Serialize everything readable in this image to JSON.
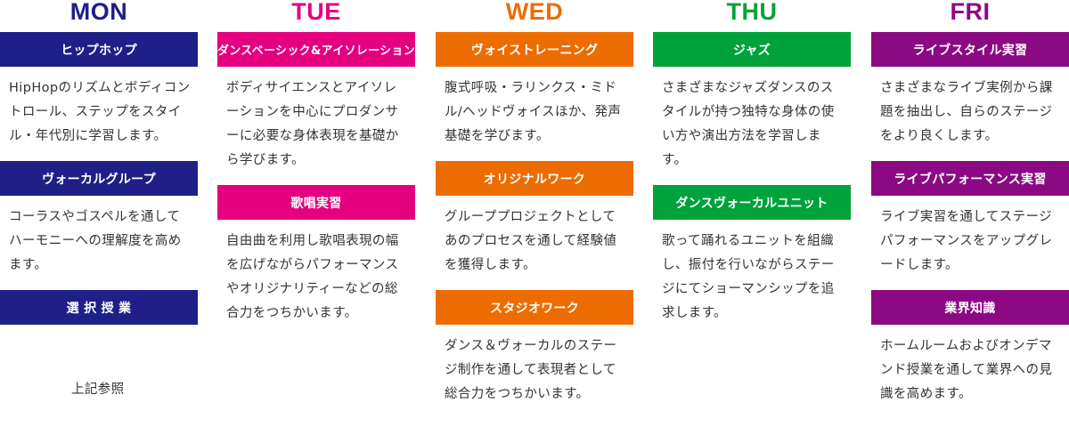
{
  "colors": {
    "mon": "#1e2087",
    "tue": "#e4007f",
    "wed": "#ed6c00",
    "thu": "#00a23b",
    "fri": "#8b0a83"
  },
  "days": [
    {
      "label": "MON",
      "color": "#1e2087",
      "classes": [
        {
          "title": "ヒップホップ",
          "desc": "HipHopのリズムとボディコントロール、ステップをスタイル・年代別に学習します。"
        },
        {
          "title": "ヴォーカルグループ",
          "desc": "コーラスやゴスペルを通してハーモニーへの理解度を高めます。"
        },
        {
          "title": "選 択 授 業",
          "desc": "上記参照"
        }
      ]
    },
    {
      "label": "TUE",
      "color": "#e4007f",
      "classes": [
        {
          "title": "ダンスベーシック&アイソレーション",
          "desc": "ボディサイエンスとアイソレーションを中心にプロダンサーに必要な身体表現を基礎から学びます。"
        },
        {
          "title": "歌唱実習",
          "desc": "自由曲を利用し歌唱表現の幅を広げながらパフォーマンスやオリジナリティーなどの総合力をつちかいます。"
        }
      ]
    },
    {
      "label": "WED",
      "color": "#ed6c00",
      "classes": [
        {
          "title": "ヴォイストレーニング",
          "desc": "腹式呼吸・ラリンクス・ミドル/ヘッドヴォイスほか、発声基礎を学びます。"
        },
        {
          "title": "オリジナルワーク",
          "desc": "グループプロジェクトとしてあのプロセスを通して経験値を獲得します。"
        },
        {
          "title": "スタジオワーク",
          "desc": "ダンス＆ヴォーカルのステージ制作を通して表現者として総合力をつちかいます。"
        }
      ]
    },
    {
      "label": "THU",
      "color": "#00a23b",
      "classes": [
        {
          "title": "ジャズ",
          "desc": "さまざまなジャズダンスのスタイルが持つ独特な身体の使い方や演出方法を学習します。"
        },
        {
          "title": "ダンスヴォーカルユニット",
          "desc": "歌って踊れるユニットを組織し、振付を行いながらステージにてショーマンシップを追求します。"
        }
      ]
    },
    {
      "label": "FRI",
      "color": "#8b0a83",
      "classes": [
        {
          "title": "ライブスタイル実習",
          "desc": "さまざまなライブ実例から課題を抽出し、自らのステージをより良くします。"
        },
        {
          "title": "ライブパフォーマンス実習",
          "desc": "ライブ実習を通してステージパフォーマンスをアップグレードします。"
        },
        {
          "title": "業界知識",
          "desc": "ホームルームおよびオンデマンド授業を通して業界への見識を高めます。"
        }
      ]
    }
  ]
}
